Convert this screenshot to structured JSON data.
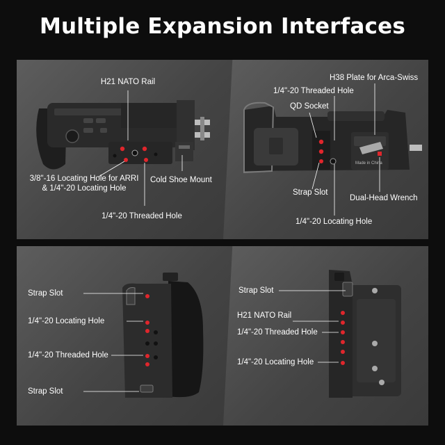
{
  "title": "Multiple Expansion Interfaces",
  "colors": {
    "accent": "#e0262c",
    "text": "#ffffff",
    "background": "#0d0d0d"
  },
  "panel_top_left": {
    "nato_rail": "H21 NATO Rail",
    "arri_hole_line1": "3/8\"-16 Locating Hole for ARRI",
    "arri_hole_line2": "& 1/4\"-20 Locating Hole",
    "cold_shoe": "Cold Shoe Mount",
    "threaded_hole": "1/4\"-20 Threaded Hole"
  },
  "panel_top_right": {
    "h38_plate": "H38 Plate for Arca-Swiss",
    "threaded_hole": "1/4\"-20 Threaded Hole",
    "qd_socket": "QD Socket",
    "strap_slot": "Strap Slot",
    "wrench": "Dual-Head Wrench",
    "locating_hole": "1/4\"-20 Locating Hole",
    "engraving": "Made in China"
  },
  "panel_bottom_left": {
    "strap_slot_top": "Strap Slot",
    "locating_hole": "1/4\"-20 Locating Hole",
    "threaded_hole": "1/4\"-20 Threaded Hole",
    "strap_slot_bottom": "Strap Slot"
  },
  "panel_bottom_right": {
    "strap_slot": "Strap Slot",
    "nato_rail": "H21 NATO Rail",
    "threaded_hole": "1/4\"-20 Threaded Hole",
    "locating_hole": "1/4\"-20 Locating Hole"
  }
}
